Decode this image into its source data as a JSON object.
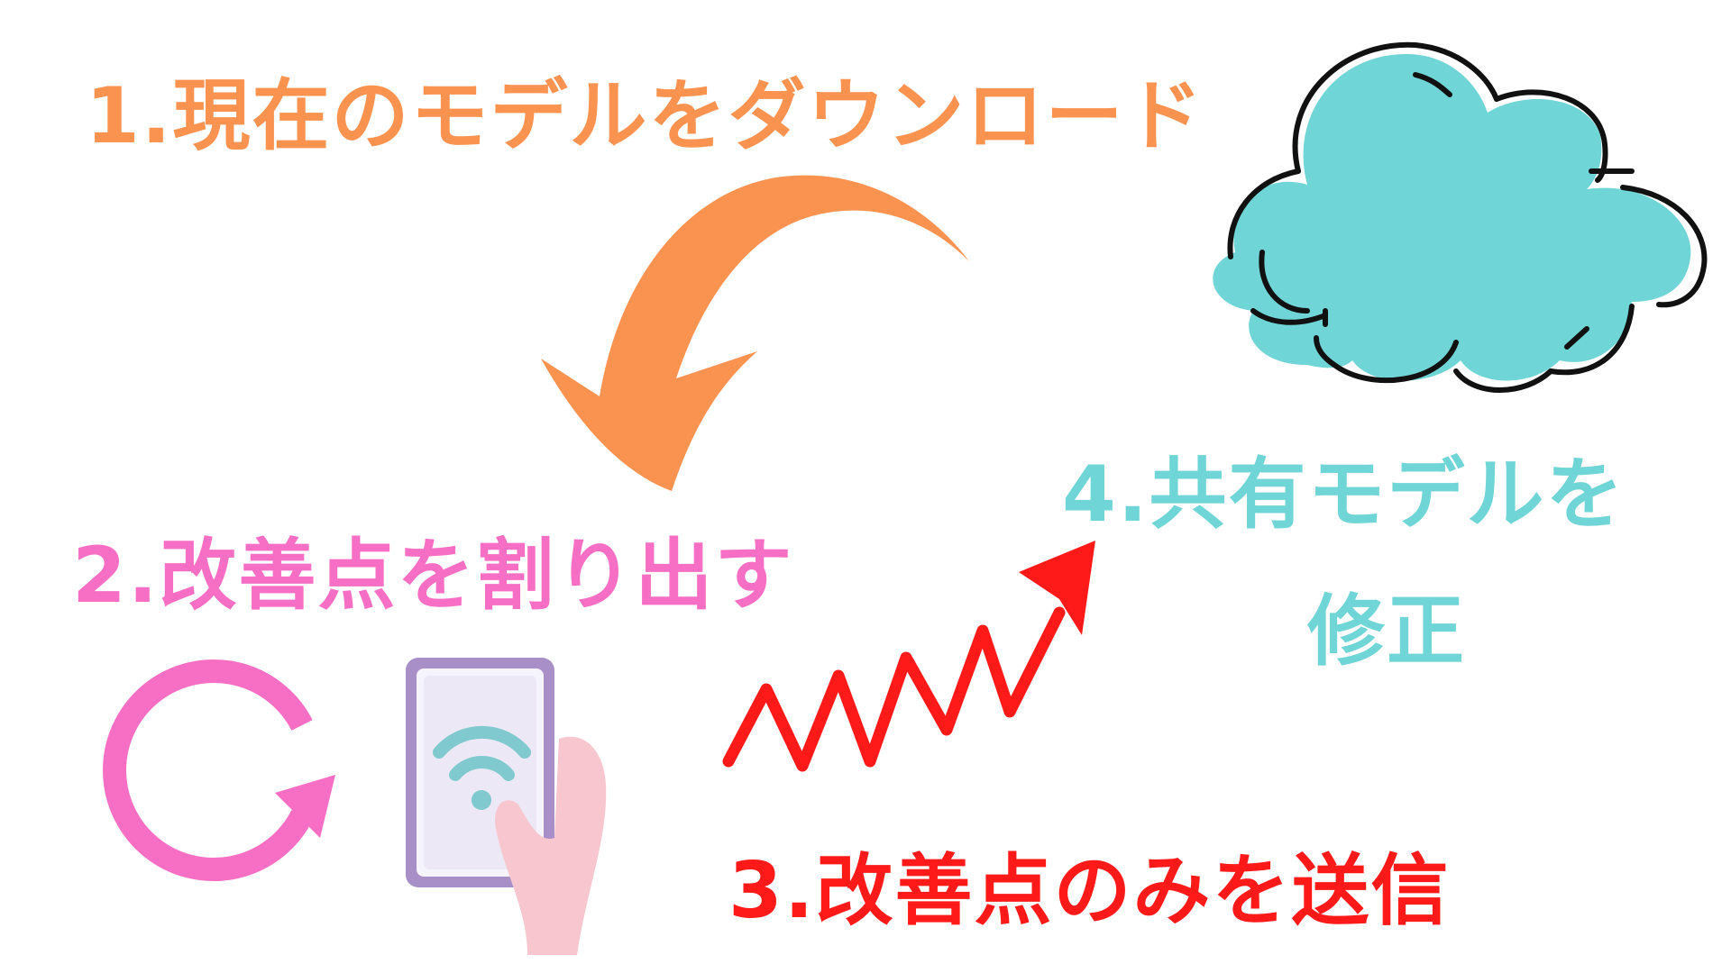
{
  "steps": {
    "step1": "1.現在のモデルをダウンロード",
    "step2": "2.改善点を割り出す",
    "step3": "3.改善点のみを送信",
    "step4_line1": "4.共有モデルを",
    "step4_line2": "修正"
  },
  "icons": {
    "cloud": "cloud-icon",
    "download_arrow": "curved-arrow-down-icon",
    "refresh": "refresh-cycle-icon",
    "phone": "phone-with-wifi-icon",
    "upload_arrow": "zigzag-arrow-up-icon"
  },
  "colors": {
    "step1": "#fb9350",
    "step2": "#f76fc4",
    "step3": "#ff1a1a",
    "step4": "#6fd5d6",
    "cloud_fill": "#6fd5d6",
    "phone_frame": "#a88fc8",
    "hand": "#f7c6cf"
  }
}
